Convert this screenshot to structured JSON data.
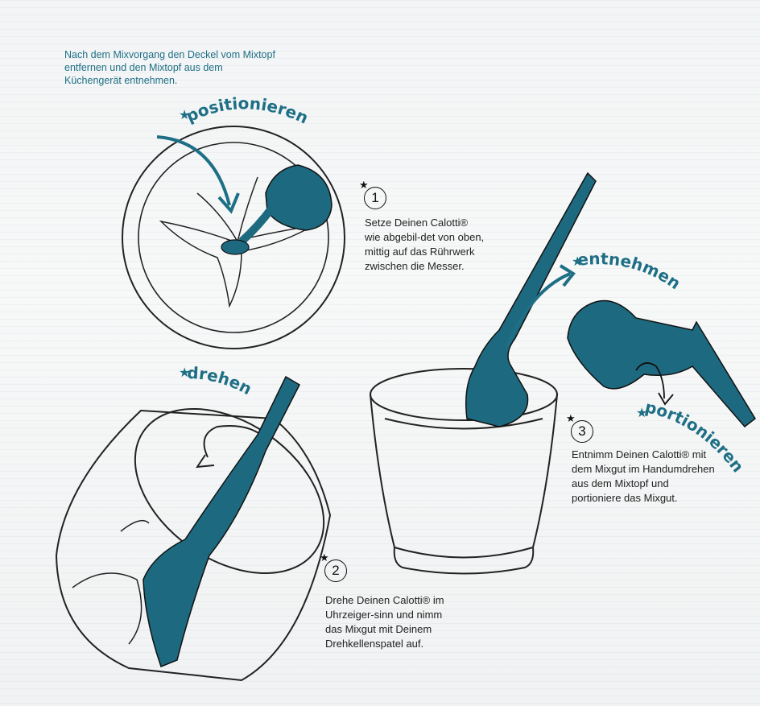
{
  "intro_text": "Nach dem Mixvorgang den Deckel vom Mixtopf entfernen und den Mixtopf aus dem Küchengerät entnehmen.",
  "labels": {
    "positionieren": "positionieren",
    "drehen": "drehen",
    "entnehmen": "entnehmen",
    "portionieren": "portionieren"
  },
  "steps": [
    {
      "number": "1",
      "text": "Setze Deinen Calotti® wie abgebil-det von oben, mittig auf das Rührwerk zwischen die Messer."
    },
    {
      "number": "2",
      "text": "Drehe Deinen Calotti® im Uhrzeiger-sinn und nimm das Mixgut mit Deinem Drehkellenspatel auf."
    },
    {
      "number": "3",
      "text": "Entnimm Deinen Calotti® mit dem Mixgut im Handumdrehen aus dem Mixtopf und portioniere das Mixgut."
    }
  ],
  "colors": {
    "accent": "#1e6f86",
    "spatula": "#1d6a80",
    "ink": "#111111"
  }
}
